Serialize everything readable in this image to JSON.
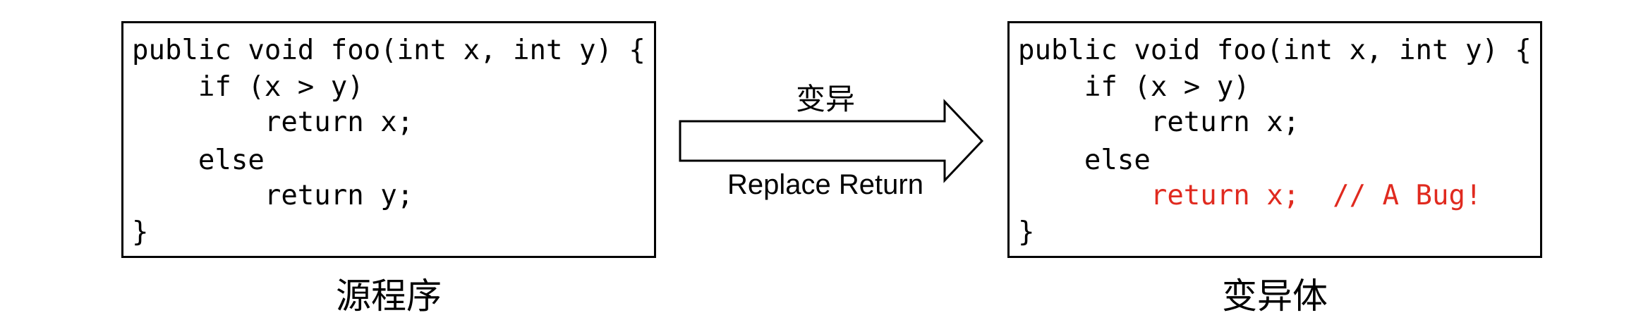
{
  "source": {
    "caption": "源程序",
    "code": [
      "public void foo(int x, int y) {",
      "    if (x > y)",
      "        return x;",
      "    else",
      "        return y;",
      "}"
    ]
  },
  "mutant": {
    "caption": "变异体",
    "code": [
      "public void foo(int x, int y) {",
      "    if (x > y)",
      "        return x;",
      "    else",
      "        return x;  // A Bug!",
      "}"
    ],
    "bug_color": "#e02a1f"
  },
  "arrow": {
    "top_label": "变异",
    "bottom_label": "Replace Return"
  }
}
